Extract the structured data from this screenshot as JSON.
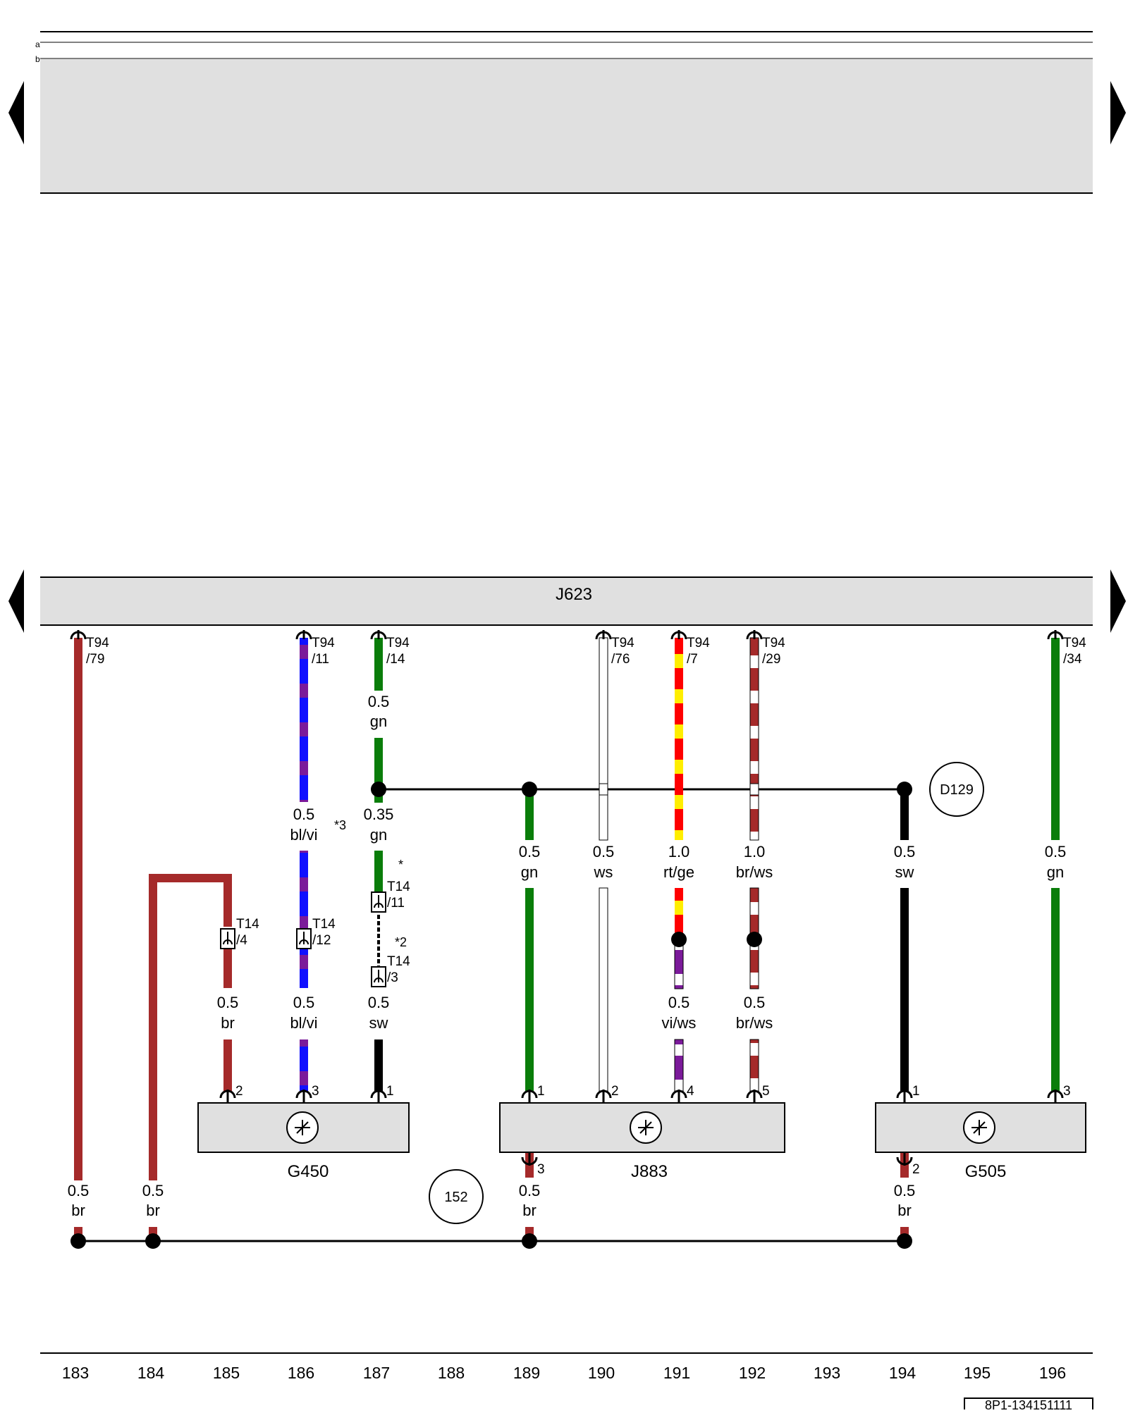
{
  "page": {
    "header_rows": [
      "a",
      "b"
    ],
    "control_unit": "J623",
    "doc_code": "8P1-134151111"
  },
  "nav": {
    "prev": "prev-page-arrow",
    "next": "next-page-arrow"
  },
  "columns": [
    "183",
    "184",
    "185",
    "186",
    "187",
    "188",
    "189",
    "190",
    "191",
    "192",
    "193",
    "194",
    "195",
    "196"
  ],
  "components": {
    "g450": {
      "name": "G450",
      "icon": "sensor-icon",
      "pins": [
        "2",
        "3",
        "1"
      ]
    },
    "j883": {
      "name": "J883",
      "icon": "sensor-icon",
      "pins": [
        "1",
        "2",
        "4",
        "5"
      ],
      "ground_pin": "3"
    },
    "g505": {
      "name": "G505",
      "icon": "sensor-icon",
      "pins": [
        "1",
        "3"
      ],
      "ground_pin": "2"
    }
  },
  "references": {
    "splice_d129": "D129",
    "ground_152": "152"
  },
  "connectors": {
    "t94_79": {
      "name": "T94",
      "pin": "/79"
    },
    "t94_11": {
      "name": "T94",
      "pin": "/11"
    },
    "t94_14": {
      "name": "T94",
      "pin": "/14"
    },
    "t94_76": {
      "name": "T94",
      "pin": "/76"
    },
    "t94_7": {
      "name": "T94",
      "pin": "/7"
    },
    "t94_29": {
      "name": "T94",
      "pin": "/29"
    },
    "t94_34": {
      "name": "T94",
      "pin": "/34"
    },
    "t14_4": {
      "name": "T14",
      "pin": "/4"
    },
    "t14_12": {
      "name": "T14",
      "pin": "/12"
    },
    "t14_11": {
      "name": "T14",
      "pin": "/11"
    },
    "t14_3": {
      "name": "T14",
      "pin": "/3"
    }
  },
  "notes": {
    "n3": "*3",
    "n1": "*",
    "n2": "*2"
  },
  "wires": {
    "w183": {
      "size": "0.5",
      "color": "br"
    },
    "w184": {
      "size": "0.5",
      "color": "br"
    },
    "w185": {
      "size": "0.5",
      "color": "br"
    },
    "w186_top": {
      "size": "0.5",
      "color": "bl/vi"
    },
    "w186_bot": {
      "size": "0.5",
      "color": "bl/vi"
    },
    "w187_a": {
      "size": "0.5",
      "color": "gn"
    },
    "w187_b": {
      "size": "0.35",
      "color": "gn"
    },
    "w187_c": {
      "size": "0.5",
      "color": "sw"
    },
    "w189": {
      "size": "0.5",
      "color": "gn"
    },
    "w190": {
      "size": "0.5",
      "color": "ws"
    },
    "w191_top": {
      "size": "1.0",
      "color": "rt/ge"
    },
    "w191_bot": {
      "size": "0.5",
      "color": "vi/ws"
    },
    "w192_top": {
      "size": "1.0",
      "color": "br/ws"
    },
    "w192_bot": {
      "size": "0.5",
      "color": "br/ws"
    },
    "w194": {
      "size": "0.5",
      "color": "sw"
    },
    "w196": {
      "size": "0.5",
      "color": "gn"
    },
    "g189": {
      "size": "0.5",
      "color": "br"
    },
    "g194": {
      "size": "0.5",
      "color": "br"
    }
  },
  "wire_colors": {
    "br": "#a52a2a",
    "gn": "#0a7d0a",
    "bl": "#1010ff",
    "vi": "#7b1a9a",
    "sw": "#000000",
    "ws": "#ffffff",
    "rt": "#ff0000",
    "ge": "#ffee00",
    "panel": "#e0e0e0"
  }
}
